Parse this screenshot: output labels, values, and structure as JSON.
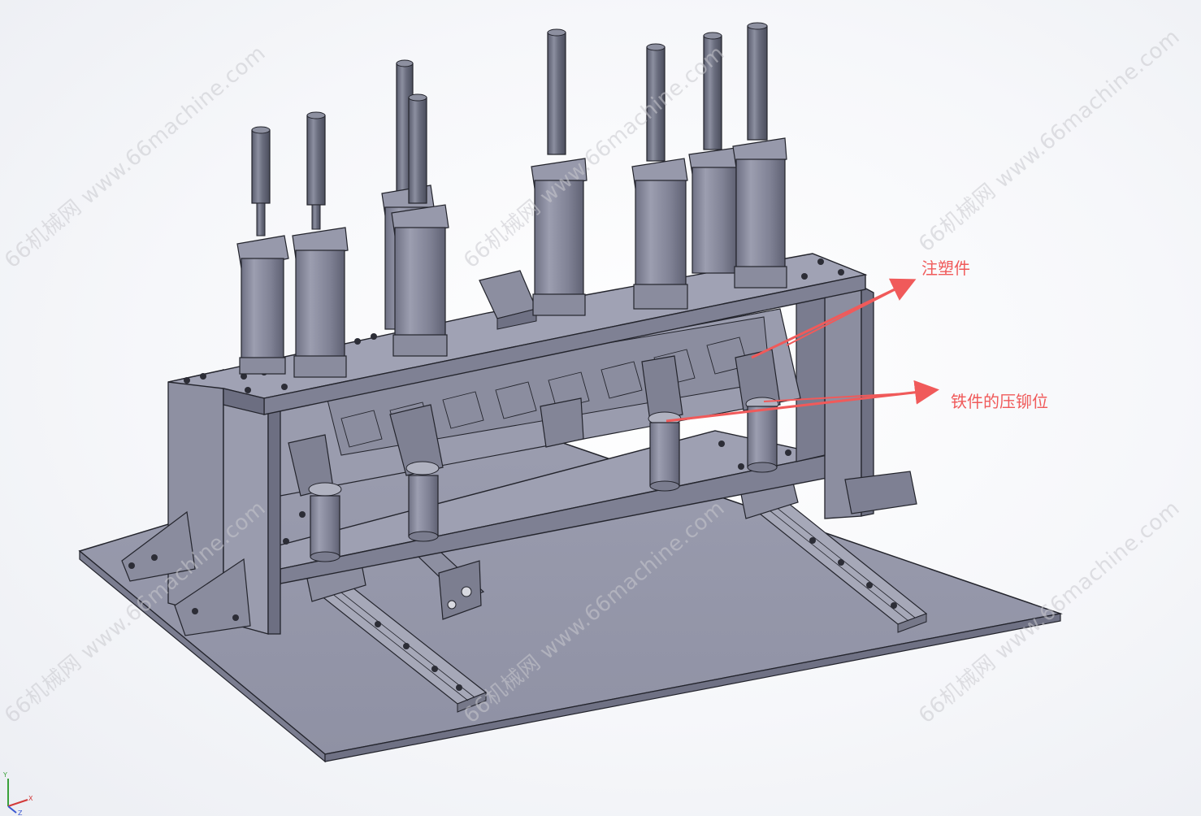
{
  "callouts": {
    "injection_part": "注塑件",
    "rivet_position": "铁件的压铆位"
  },
  "watermark_text": "66机械网 www.66machine.com",
  "colors": {
    "callout": "#f05a5a",
    "steel_top": "#9799ad",
    "steel_side": "#8a8ca0",
    "steel_dark": "#6f7186",
    "edge": "#23242c",
    "cylinder": "#6e7184",
    "cylinder_light": "#b9bbc8"
  },
  "axis": {
    "x_label": "X",
    "y_label": "Y",
    "z_label": "Z",
    "x_color": "#d23a3a",
    "y_color": "#3aa13a",
    "z_color": "#3a57d2"
  }
}
